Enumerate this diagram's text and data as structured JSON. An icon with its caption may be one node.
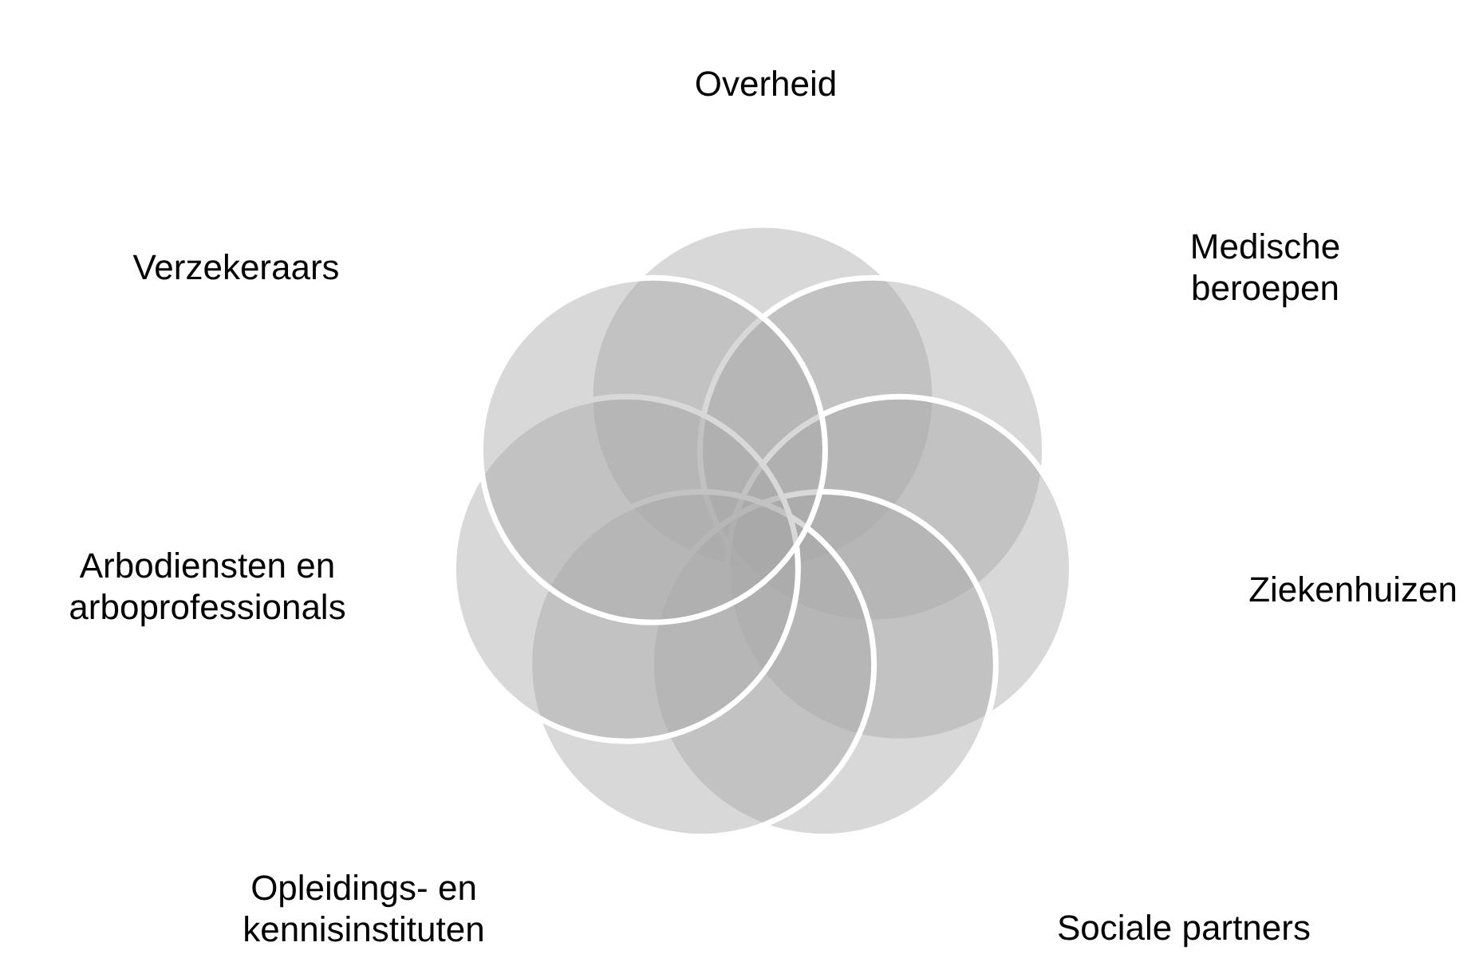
{
  "diagram": {
    "nodes": [
      {
        "text": [],
        "shape": "circle"
      },
      {
        "text": [],
        "shape": "circle"
      },
      {
        "text": [],
        "shape": "circle"
      },
      {
        "text": [],
        "shape": "circle"
      },
      {
        "text": [],
        "shape": "circle"
      },
      {
        "text": [],
        "shape": "circle"
      },
      {
        "text": [],
        "shape": "circle"
      }
    ],
    "labels": [
      "Overheid",
      "Verzekeraars",
      "Medische beroepen",
      "Arbodiensten en arboprofessionals",
      "Ziekenhuizen",
      "Opleidings- en kennisinstituten",
      "Sociale partners"
    ]
  }
}
